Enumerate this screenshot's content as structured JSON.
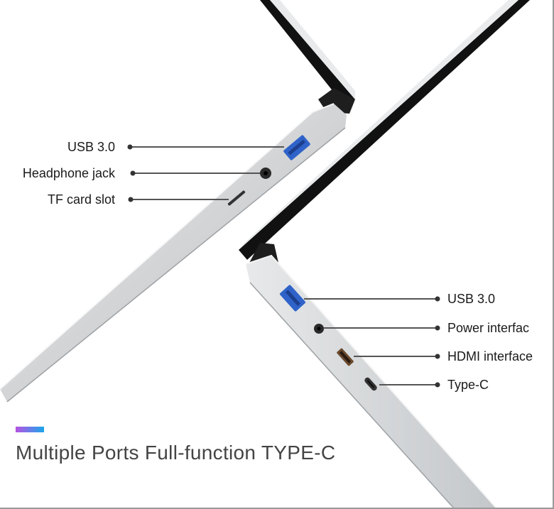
{
  "colors": {
    "background": "#ffffff",
    "laptop_body": "#d4d6d8",
    "screen_bezel": "#111111",
    "usb_blue": "#2f63c9",
    "callout_line": "#555555",
    "accent_gradient": [
      "#b552e0",
      "#1aa6e8"
    ]
  },
  "left_callouts": [
    {
      "label": "USB 3.0"
    },
    {
      "label": "Headphone jack"
    },
    {
      "label": "TF card slot"
    }
  ],
  "right_callouts": [
    {
      "label": "USB 3.0"
    },
    {
      "label": "Power interfac"
    },
    {
      "label": "HDMI interface"
    },
    {
      "label": "Type-C"
    }
  ],
  "tagline": "Multiple Ports Full-function TYPE-C"
}
